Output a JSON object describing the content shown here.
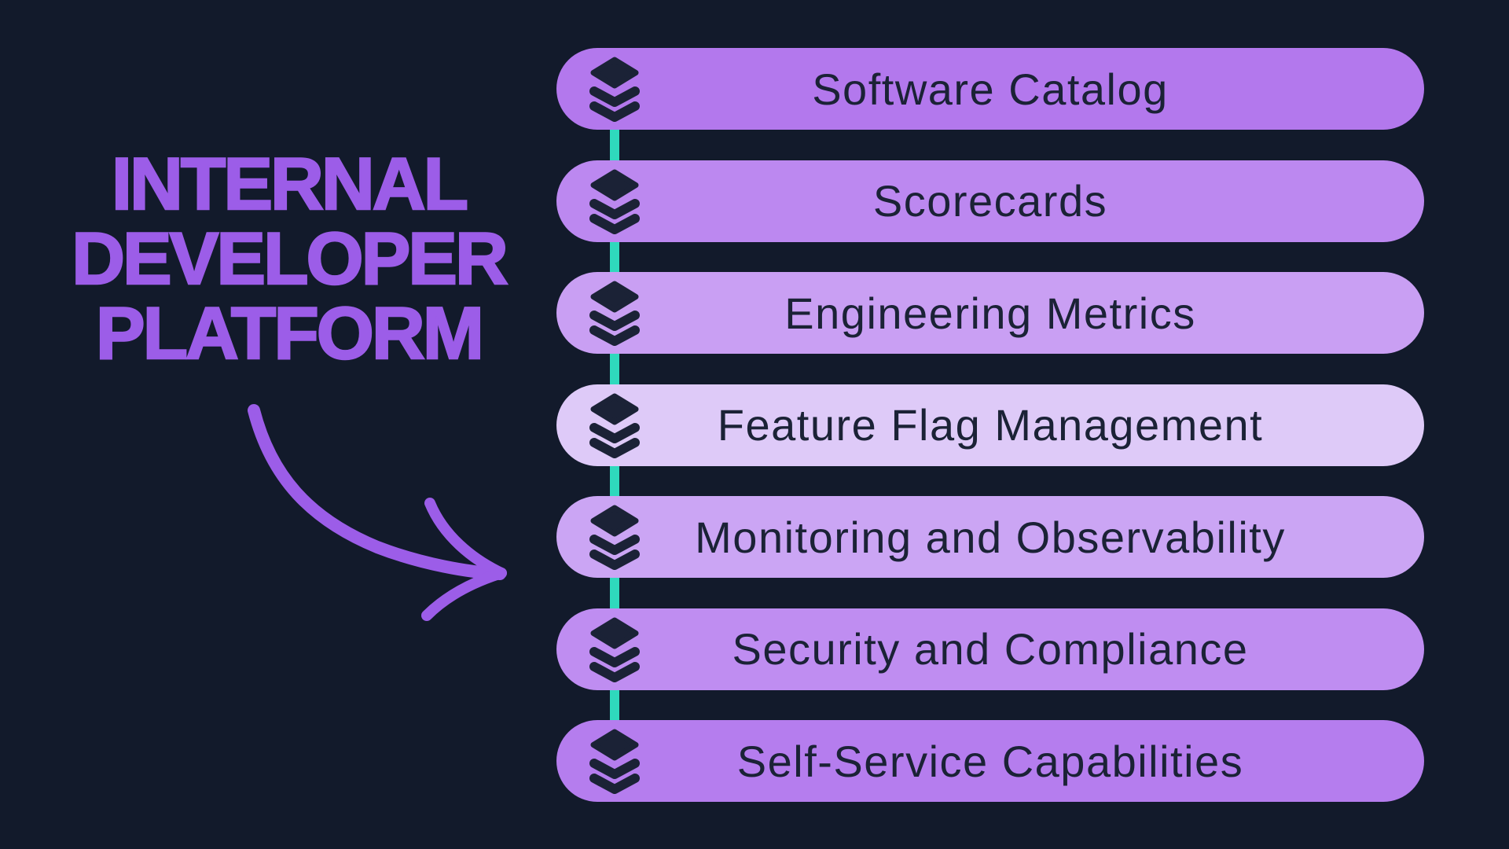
{
  "title": {
    "lines": [
      "INTERNAL",
      "DEVELOPER",
      "PLATFORM"
    ]
  },
  "items": [
    {
      "label": "Software Catalog",
      "bg": "#b378ed"
    },
    {
      "label": "Scorecards",
      "bg": "#bc88f0"
    },
    {
      "label": "Engineering Metrics",
      "bg": "#c99ff3"
    },
    {
      "label": "Feature Flag Management",
      "bg": "#decaf8"
    },
    {
      "label": "Monitoring and Observability",
      "bg": "#cba5f4"
    },
    {
      "label": "Security and Compliance",
      "bg": "#bf8df1"
    },
    {
      "label": "Self-Service Capabilities",
      "bg": "#b57dee"
    }
  ],
  "icons": {
    "item_icon": "layers-stack-icon",
    "arrow": "hand-drawn-curved-arrow"
  },
  "colors": {
    "bg": "#121a2b",
    "title": "#9c5de8",
    "arrow": "#9c5de8",
    "teal": "#2fd9bd",
    "ink": "#1b2236"
  }
}
